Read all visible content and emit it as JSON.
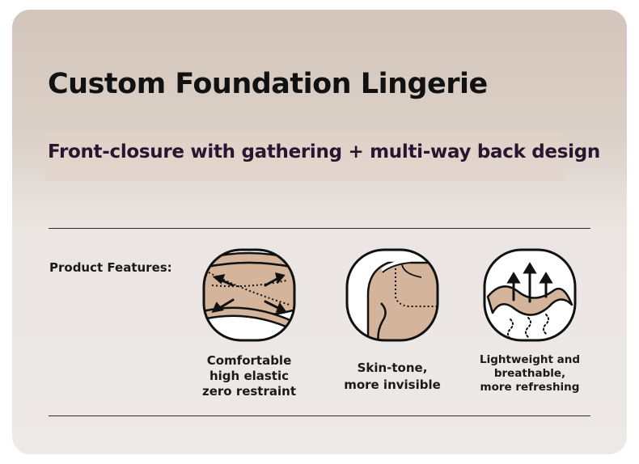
{
  "title": "Custom Foundation Lingerie",
  "subtitle": "Front-closure with gathering + multi-way back design",
  "features_label": "Product Features:",
  "features": [
    {
      "icon": "elastic-fabric-arrows-icon",
      "caption": "Comfortable\nhigh elastic\nzero restraint"
    },
    {
      "icon": "skin-tone-shoulder-icon",
      "caption": "Skin-tone,\nmore invisible"
    },
    {
      "icon": "breathable-fabric-arrows-icon",
      "caption": "Lightweight and\nbreathable,\nmore refreshing"
    }
  ],
  "colors": {
    "background_top": "#d3c5bb",
    "background_bottom": "#ede9e7",
    "skin_tone": "#d4b59b",
    "title_text": "#111111",
    "subtitle_text": "#2a1530"
  }
}
